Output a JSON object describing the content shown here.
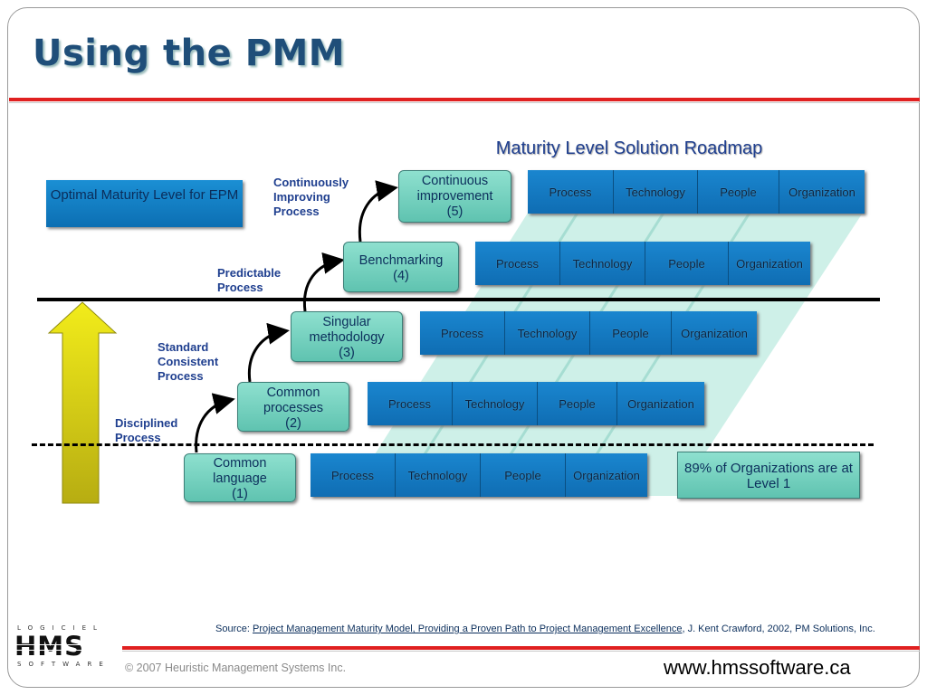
{
  "slide": {
    "title": "Using the PMM",
    "roadmap_title": "Maturity Level Solution Roadmap",
    "optimal_box": "Optimal Maturity Level for EPM",
    "steps": [
      {
        "line1": "Common",
        "line2": "language",
        "level": "(1)"
      },
      {
        "line1": "Common",
        "line2": "processes",
        "level": "(2)"
      },
      {
        "line1": "Singular",
        "line2": "methodology",
        "level": "(3)"
      },
      {
        "line1": "Benchmarking",
        "line2": "",
        "level": "(4)"
      },
      {
        "line1": "Continuous",
        "line2": "improvement",
        "level": "(5)"
      }
    ],
    "stage_labels": [
      {
        "line1": "Disciplined",
        "line2": "Process",
        "line3": ""
      },
      {
        "line1": "Standard",
        "line2": "Consistent",
        "line3": "Process"
      },
      {
        "line1": "Predictable",
        "line2": "Process",
        "line3": ""
      },
      {
        "line1": "Continuously",
        "line2": "Improving",
        "line3": "Process"
      }
    ],
    "dimensions": [
      "Process",
      "Technology",
      "People",
      "Organization"
    ],
    "level1_stat": "89% of Organizations are at Level 1",
    "source_prefix": "Source:",
    "source_title": "Project Management Maturity Model, Providing a Proven Path to Project Management Excellence",
    "source_suffix": ", J. Kent Crawford, 2002, PM Solutions, Inc.",
    "copyright": "© 2007 Heuristic Management Systems Inc.",
    "website": "www.hmssoftware.ca",
    "logo": {
      "top": "LOGICIEL",
      "main": "HMS",
      "bottom": "SOFTWARE"
    }
  },
  "colors": {
    "title": "#1f4e79",
    "accent_red": "#e02020",
    "cell_blue": "#1a86cf",
    "step_teal": "#7dd6c4",
    "arrow_yellow": "#e6e000"
  }
}
